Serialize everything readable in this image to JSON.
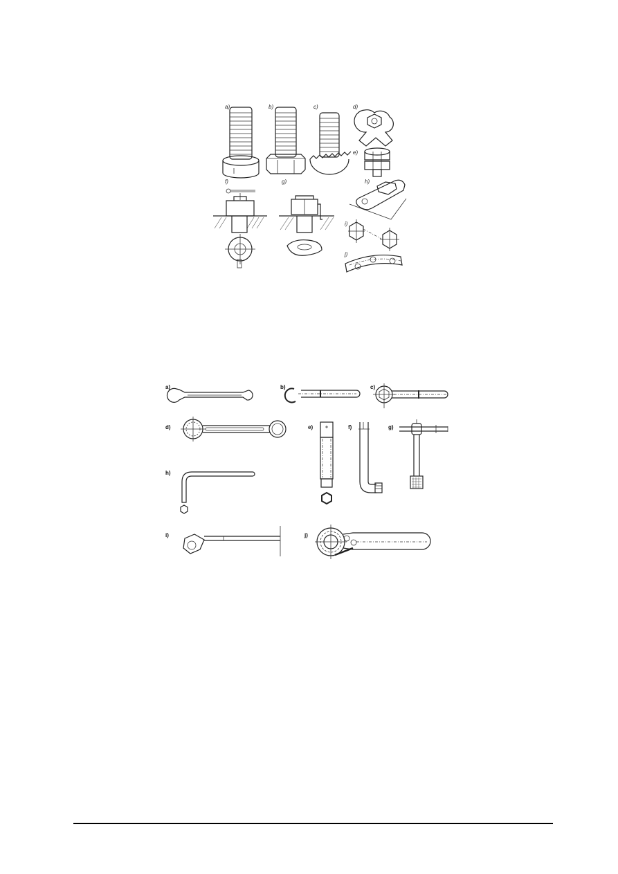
{
  "document": {
    "figure_locking": {
      "labels": [
        "a)",
        "b)",
        "c)",
        "d)",
        "e)",
        "f)",
        "g)",
        "h)",
        "i)",
        "j)"
      ]
    },
    "figure_wrenches": {
      "labels": [
        "a)",
        "b)",
        "c)",
        "d)",
        "e)",
        "f)",
        "g)",
        "h)",
        "i)",
        "j)"
      ]
    }
  },
  "colors": {
    "background": "#ffffff",
    "ink": "#222222",
    "rule": "#000000"
  }
}
